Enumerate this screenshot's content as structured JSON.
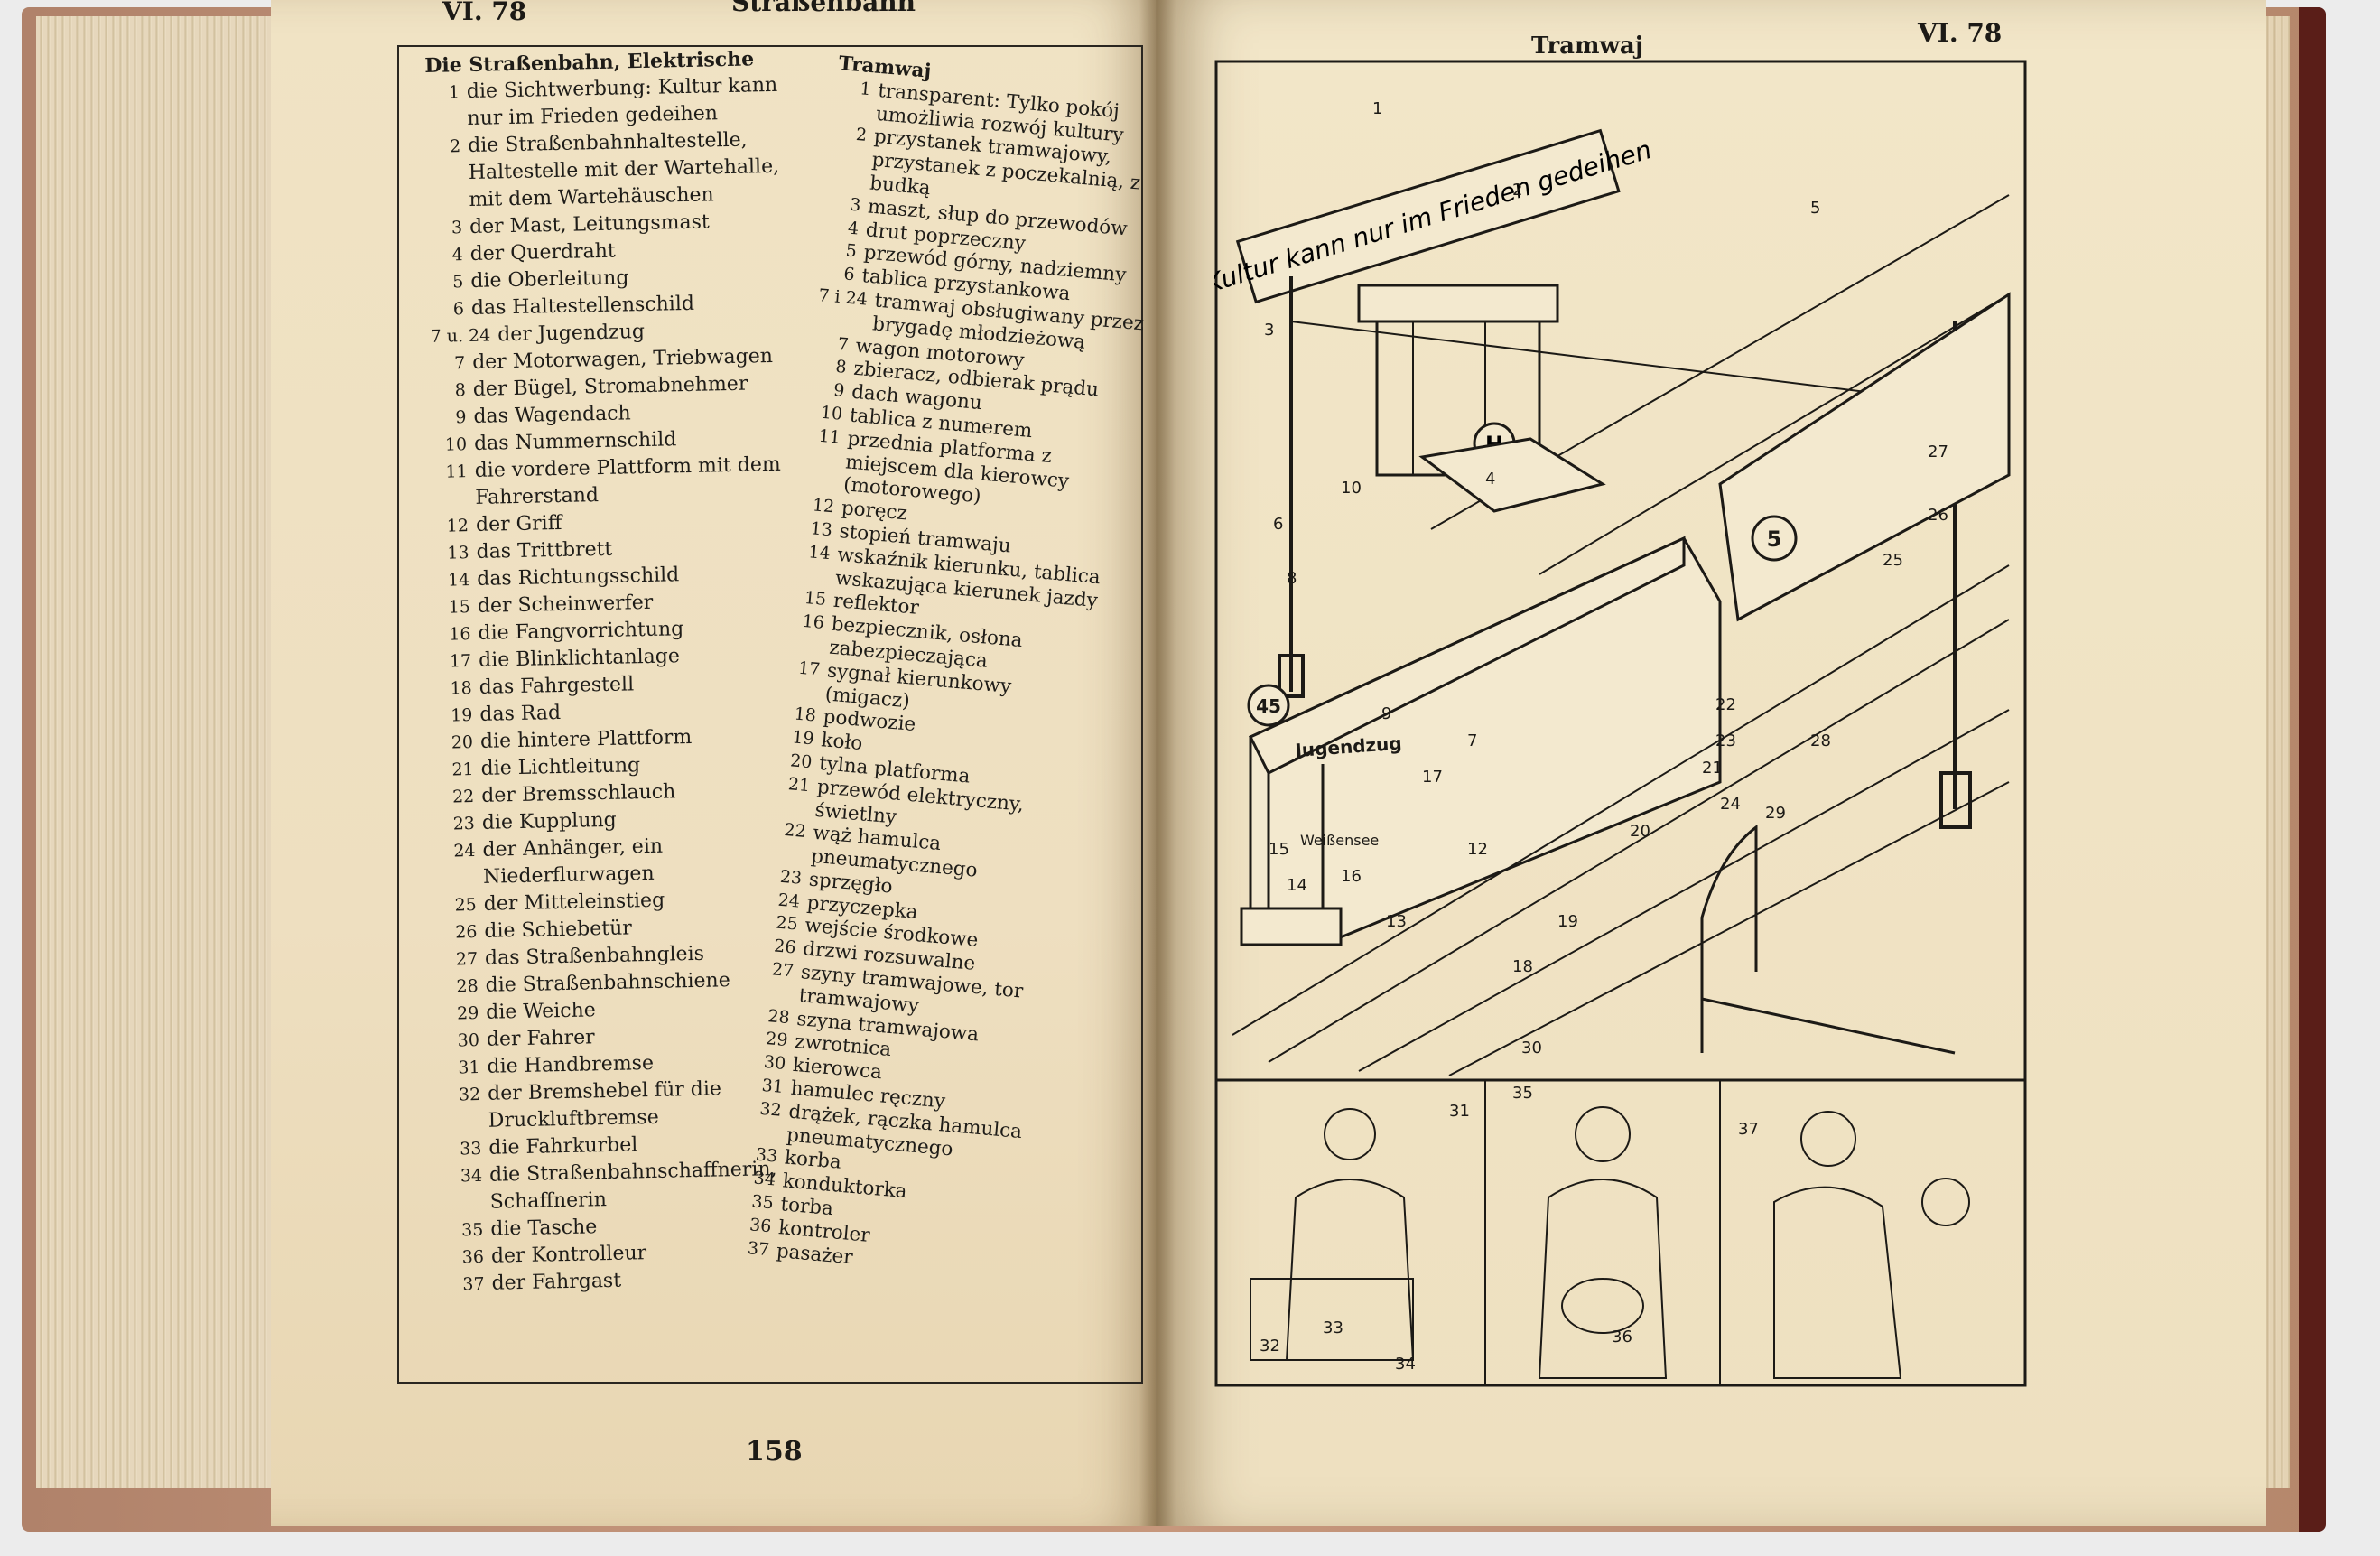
{
  "left_page": {
    "header_code": "VI. 78",
    "header_title": "Straßenbahn",
    "page_number": "158",
    "german": {
      "title": "Die Straßenbahn, Elektrische",
      "entries": [
        {
          "n": "1",
          "t": "die Sichtwerbung: Kultur kann nur im Frieden gedeihen"
        },
        {
          "n": "2",
          "t": "die Straßenbahnhaltestelle, Haltestelle mit der Wartehalle, mit dem Wartehäuschen"
        },
        {
          "n": "3",
          "t": "der Mast, Leitungsmast"
        },
        {
          "n": "4",
          "t": "der Querdraht"
        },
        {
          "n": "5",
          "t": "die Oberleitung"
        },
        {
          "n": "6",
          "t": "das Haltestellenschild"
        },
        {
          "n": "7 u. 24",
          "t": "der Jugendzug"
        },
        {
          "n": "7",
          "t": "der Motorwagen, Triebwagen"
        },
        {
          "n": "8",
          "t": "der Bügel, Stromabnehmer"
        },
        {
          "n": "9",
          "t": "das Wagendach"
        },
        {
          "n": "10",
          "t": "das Nummernschild"
        },
        {
          "n": "11",
          "t": "die vordere Plattform mit dem Fahrerstand"
        },
        {
          "n": "12",
          "t": "der Griff"
        },
        {
          "n": "13",
          "t": "das Trittbrett"
        },
        {
          "n": "14",
          "t": "das Richtungsschild"
        },
        {
          "n": "15",
          "t": "der Scheinwerfer"
        },
        {
          "n": "16",
          "t": "die Fangvorrichtung"
        },
        {
          "n": "17",
          "t": "die Blinklichtanlage"
        },
        {
          "n": "18",
          "t": "das Fahrgestell"
        },
        {
          "n": "19",
          "t": "das Rad"
        },
        {
          "n": "20",
          "t": "die hintere Plattform"
        },
        {
          "n": "21",
          "t": "die Lichtleitung"
        },
        {
          "n": "22",
          "t": "der Bremsschlauch"
        },
        {
          "n": "23",
          "t": "die Kupplung"
        },
        {
          "n": "24",
          "t": "der Anhänger, ein Niederflurwagen"
        },
        {
          "n": "25",
          "t": "der Mitteleinstieg"
        },
        {
          "n": "26",
          "t": "die Schiebetür"
        },
        {
          "n": "27",
          "t": "das Straßenbahngleis"
        },
        {
          "n": "28",
          "t": "die Straßenbahnschiene"
        },
        {
          "n": "29",
          "t": "die Weiche"
        },
        {
          "n": "30",
          "t": "der Fahrer"
        },
        {
          "n": "31",
          "t": "die Handbremse"
        },
        {
          "n": "32",
          "t": "der Bremshebel für die Druckluftbremse"
        },
        {
          "n": "33",
          "t": "die Fahrkurbel"
        },
        {
          "n": "34",
          "t": "die Straßenbahnschaffnerin, Schaffnerin"
        },
        {
          "n": "35",
          "t": "die Tasche"
        },
        {
          "n": "36",
          "t": "der Kontrolleur"
        },
        {
          "n": "37",
          "t": "der Fahrgast"
        }
      ]
    },
    "polish": {
      "title": "Tramwaj",
      "entries": [
        {
          "n": "1",
          "t": "transparent: Tylko pokój umożliwia rozwój kultury"
        },
        {
          "n": "2",
          "t": "przystanek tramwajowy, przystanek z poczekalnią, z budką"
        },
        {
          "n": "3",
          "t": "maszt, słup do przewodów"
        },
        {
          "n": "4",
          "t": "drut poprzeczny"
        },
        {
          "n": "5",
          "t": "przewód górny, nadziemny"
        },
        {
          "n": "6",
          "t": "tablica przystankowa"
        },
        {
          "n": "7 i 24",
          "t": "tramwaj obsługiwany przez brygadę młodzieżową"
        },
        {
          "n": "7",
          "t": "wagon motorowy"
        },
        {
          "n": "8",
          "t": "zbieracz, odbierak prądu"
        },
        {
          "n": "9",
          "t": "dach wagonu"
        },
        {
          "n": "10",
          "t": "tablica z numerem"
        },
        {
          "n": "11",
          "t": "przednia platforma z miejscem dla kierowcy (motorowego)"
        },
        {
          "n": "12",
          "t": "poręcz"
        },
        {
          "n": "13",
          "t": "stopień tramwaju"
        },
        {
          "n": "14",
          "t": "wskaźnik kierunku, tablica wskazująca kierunek jazdy"
        },
        {
          "n": "15",
          "t": "reflektor"
        },
        {
          "n": "16",
          "t": "bezpiecznik, osłona zabezpieczająca"
        },
        {
          "n": "17",
          "t": "sygnał kierunkowy (migacz)"
        },
        {
          "n": "18",
          "t": "podwozie"
        },
        {
          "n": "19",
          "t": "koło"
        },
        {
          "n": "20",
          "t": "tylna platforma"
        },
        {
          "n": "21",
          "t": "przewód elektryczny, świetlny"
        },
        {
          "n": "22",
          "t": "wąż hamulca pneumatycznego"
        },
        {
          "n": "23",
          "t": "sprzęgło"
        },
        {
          "n": "24",
          "t": "przyczepka"
        },
        {
          "n": "25",
          "t": "wejście środkowe"
        },
        {
          "n": "26",
          "t": "drzwi rozsuwalne"
        },
        {
          "n": "27",
          "t": "szyny tramwajowe, tor tramwajowy"
        },
        {
          "n": "28",
          "t": "szyna tramwajowa"
        },
        {
          "n": "29",
          "t": "zwrotnica"
        },
        {
          "n": "30",
          "t": "kierowca"
        },
        {
          "n": "31",
          "t": "hamulec ręczny"
        },
        {
          "n": "32",
          "t": "drążek, rączka hamulca pneumatycznego"
        },
        {
          "n": "33",
          "t": "korba"
        },
        {
          "n": "34",
          "t": "konduktorka"
        },
        {
          "n": "35",
          "t": "torba"
        },
        {
          "n": "36",
          "t": "kontroler"
        },
        {
          "n": "37",
          "t": "pasażer"
        }
      ]
    }
  },
  "right_page": {
    "header_title": "Tramwaj",
    "header_code": "VI. 78",
    "illustration": {
      "banner_text": "Kultur kann nur im Frieden gedeihen",
      "stop_sign_letter": "H",
      "tram_destination": "Jugendzug",
      "route_number": "45",
      "trailer_route_number": "5",
      "front_sign": "Weißensee",
      "labels": [
        "1",
        "2",
        "3",
        "4",
        "5",
        "6",
        "8",
        "10",
        "9",
        "7",
        "17",
        "12",
        "14",
        "15",
        "16",
        "13",
        "18",
        "19",
        "20",
        "21",
        "22",
        "23",
        "24",
        "25",
        "26",
        "27",
        "28",
        "29",
        "30",
        "31",
        "32",
        "33",
        "34",
        "35",
        "36",
        "37"
      ]
    }
  }
}
